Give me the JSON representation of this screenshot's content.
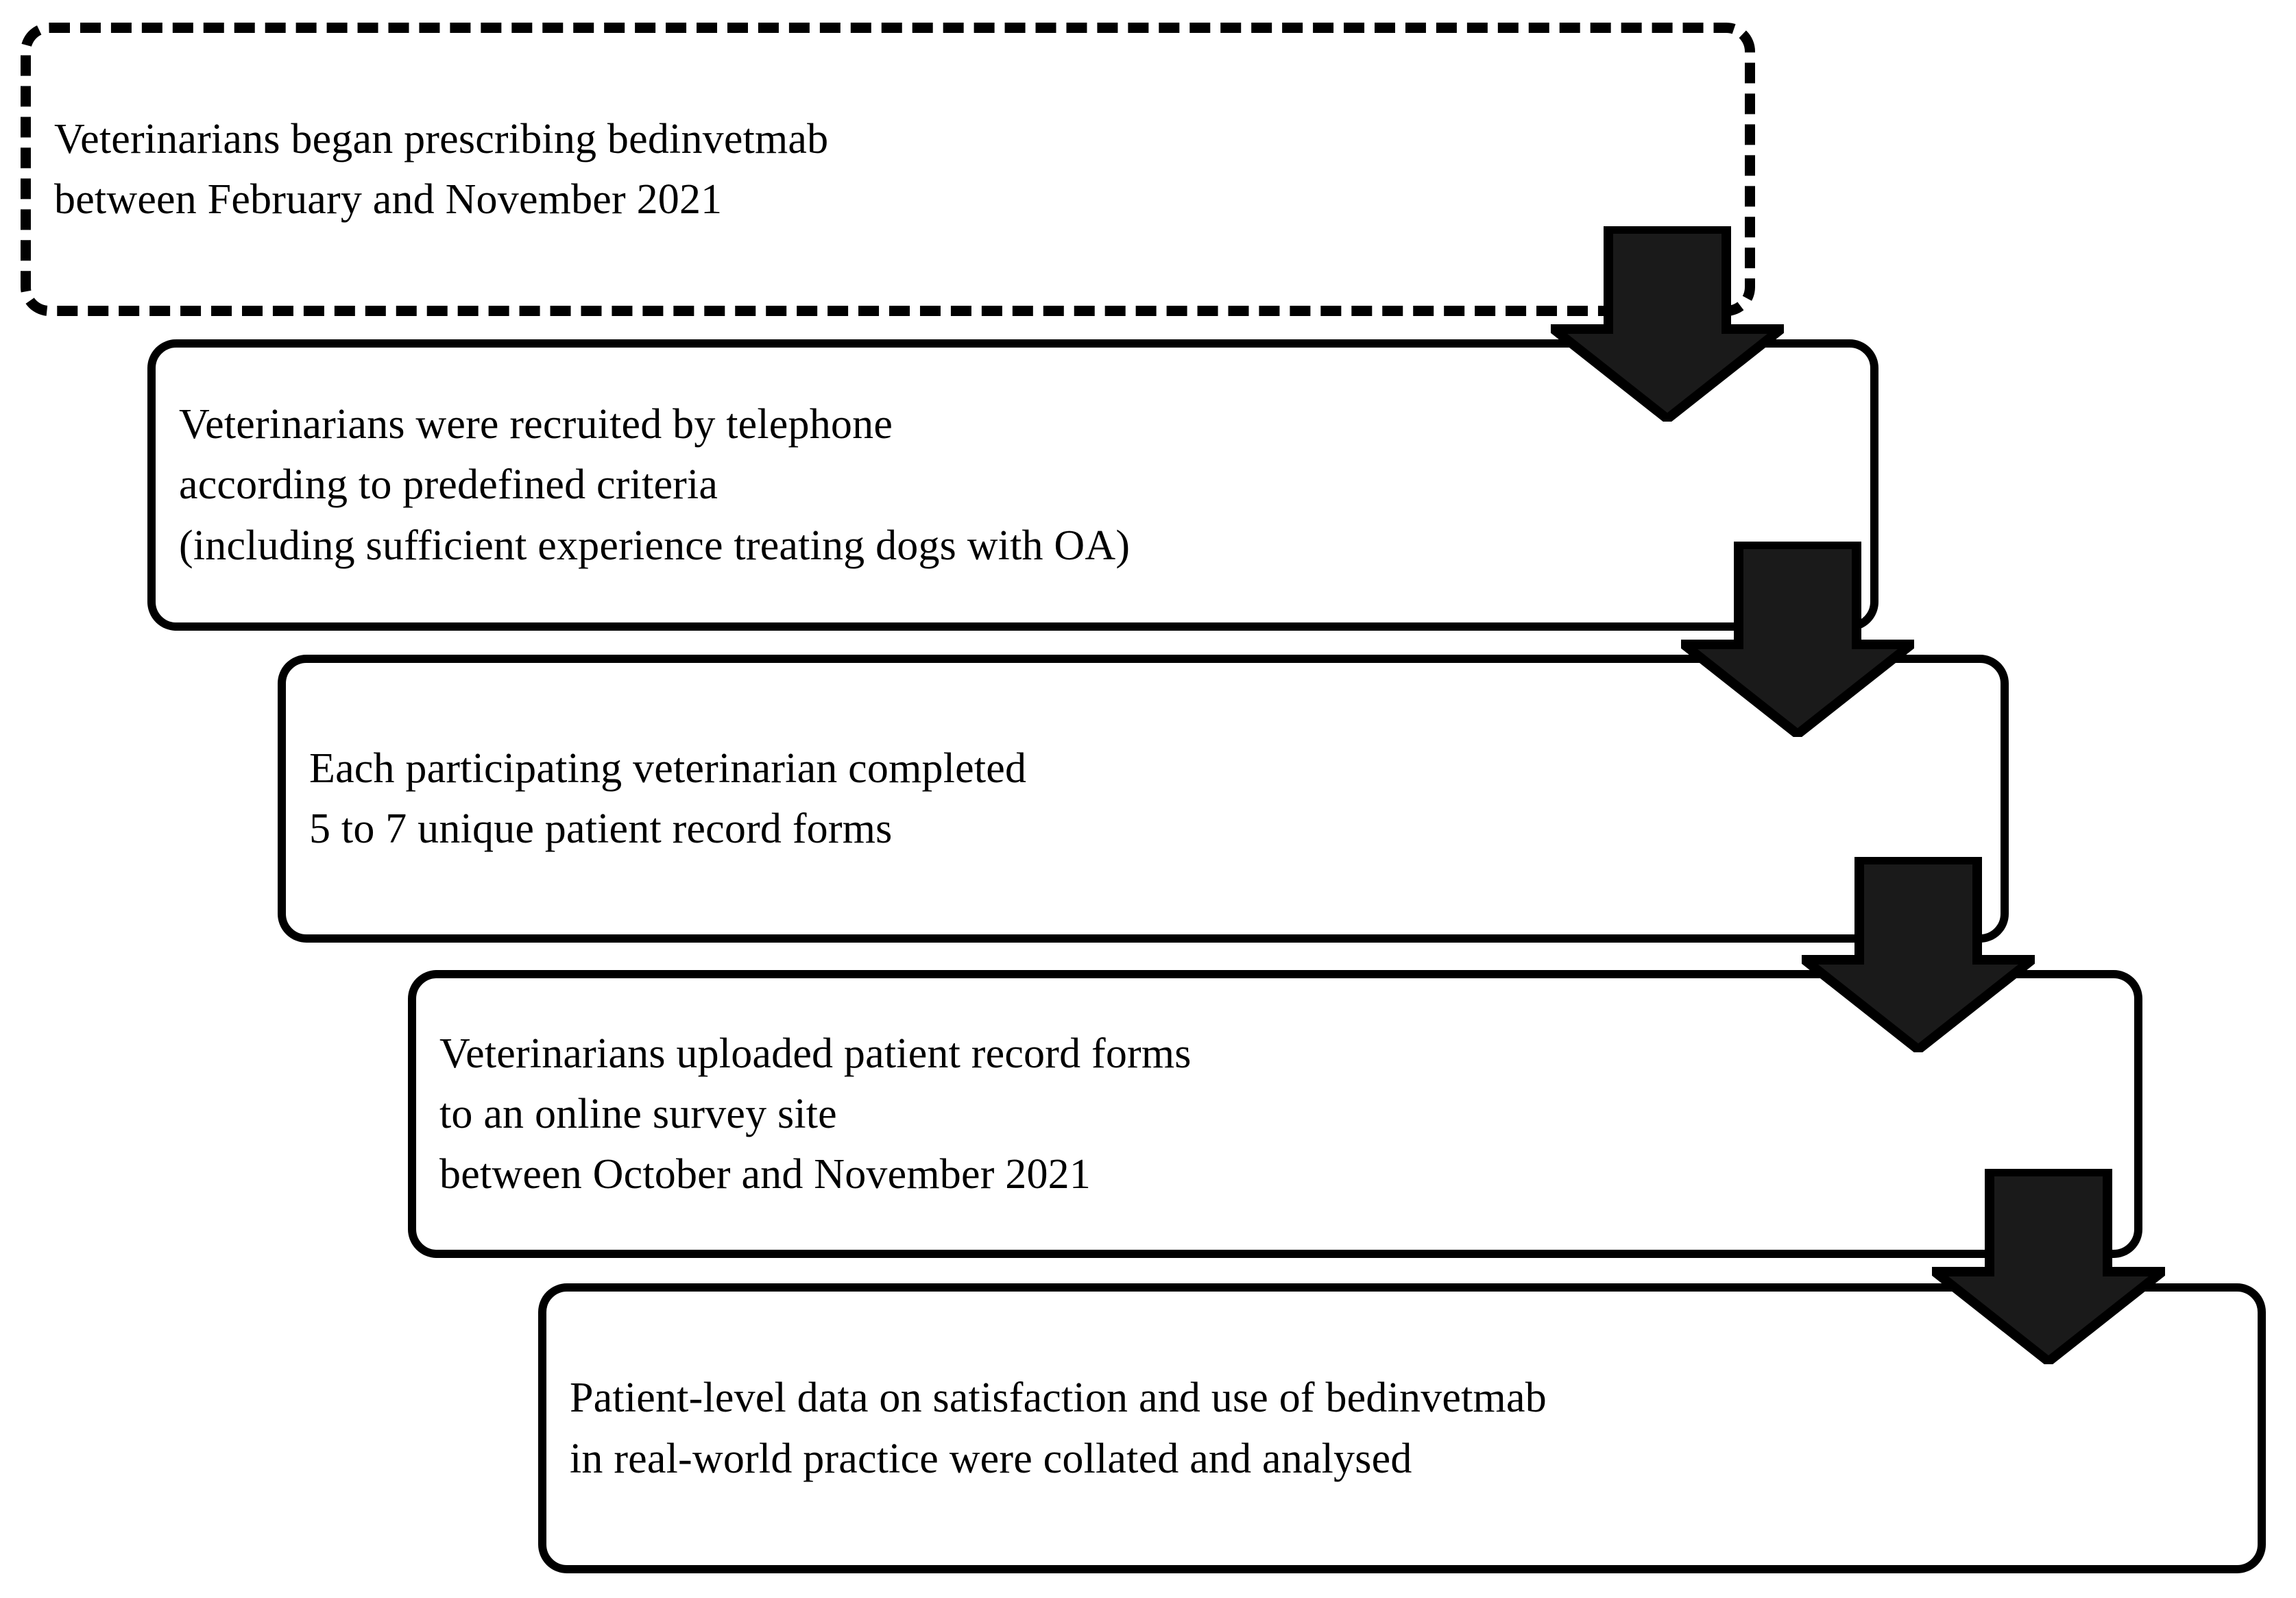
{
  "figure": {
    "type": "flowchart",
    "orientation": "vertical-cascade",
    "background_color": "#ffffff",
    "line_color": "#000000",
    "arrow_fill_color": "#1a1a1a",
    "nodes": [
      {
        "id": "node-1",
        "style": "dashed",
        "text": "Veterinarians began prescribing bedinvetmab\nbetween February and November 2021"
      },
      {
        "id": "node-2",
        "style": "solid",
        "text": "Veterinarians were recruited by telephone\naccording to predefined criteria\n(including sufficient experience treating dogs with OA)"
      },
      {
        "id": "node-3",
        "style": "solid",
        "text": "Each participating veterinarian completed\n5 to 7 unique patient record forms"
      },
      {
        "id": "node-4",
        "style": "solid",
        "text": "Veterinarians uploaded patient record forms\nto an online survey site\nbetween October and November 2021"
      },
      {
        "id": "node-5",
        "style": "solid",
        "text": "Patient-level data on satisfaction and use of bedinvetmab\nin real-world practice were collated and analysed"
      }
    ],
    "connectors": [
      {
        "id": "arrow-1",
        "from": "node-1",
        "to": "node-2",
        "icon": "down-arrow-icon"
      },
      {
        "id": "arrow-2",
        "from": "node-2",
        "to": "node-3",
        "icon": "down-arrow-icon"
      },
      {
        "id": "arrow-3",
        "from": "node-3",
        "to": "node-4",
        "icon": "down-arrow-icon"
      },
      {
        "id": "arrow-4",
        "from": "node-4",
        "to": "node-5",
        "icon": "down-arrow-icon"
      }
    ]
  }
}
